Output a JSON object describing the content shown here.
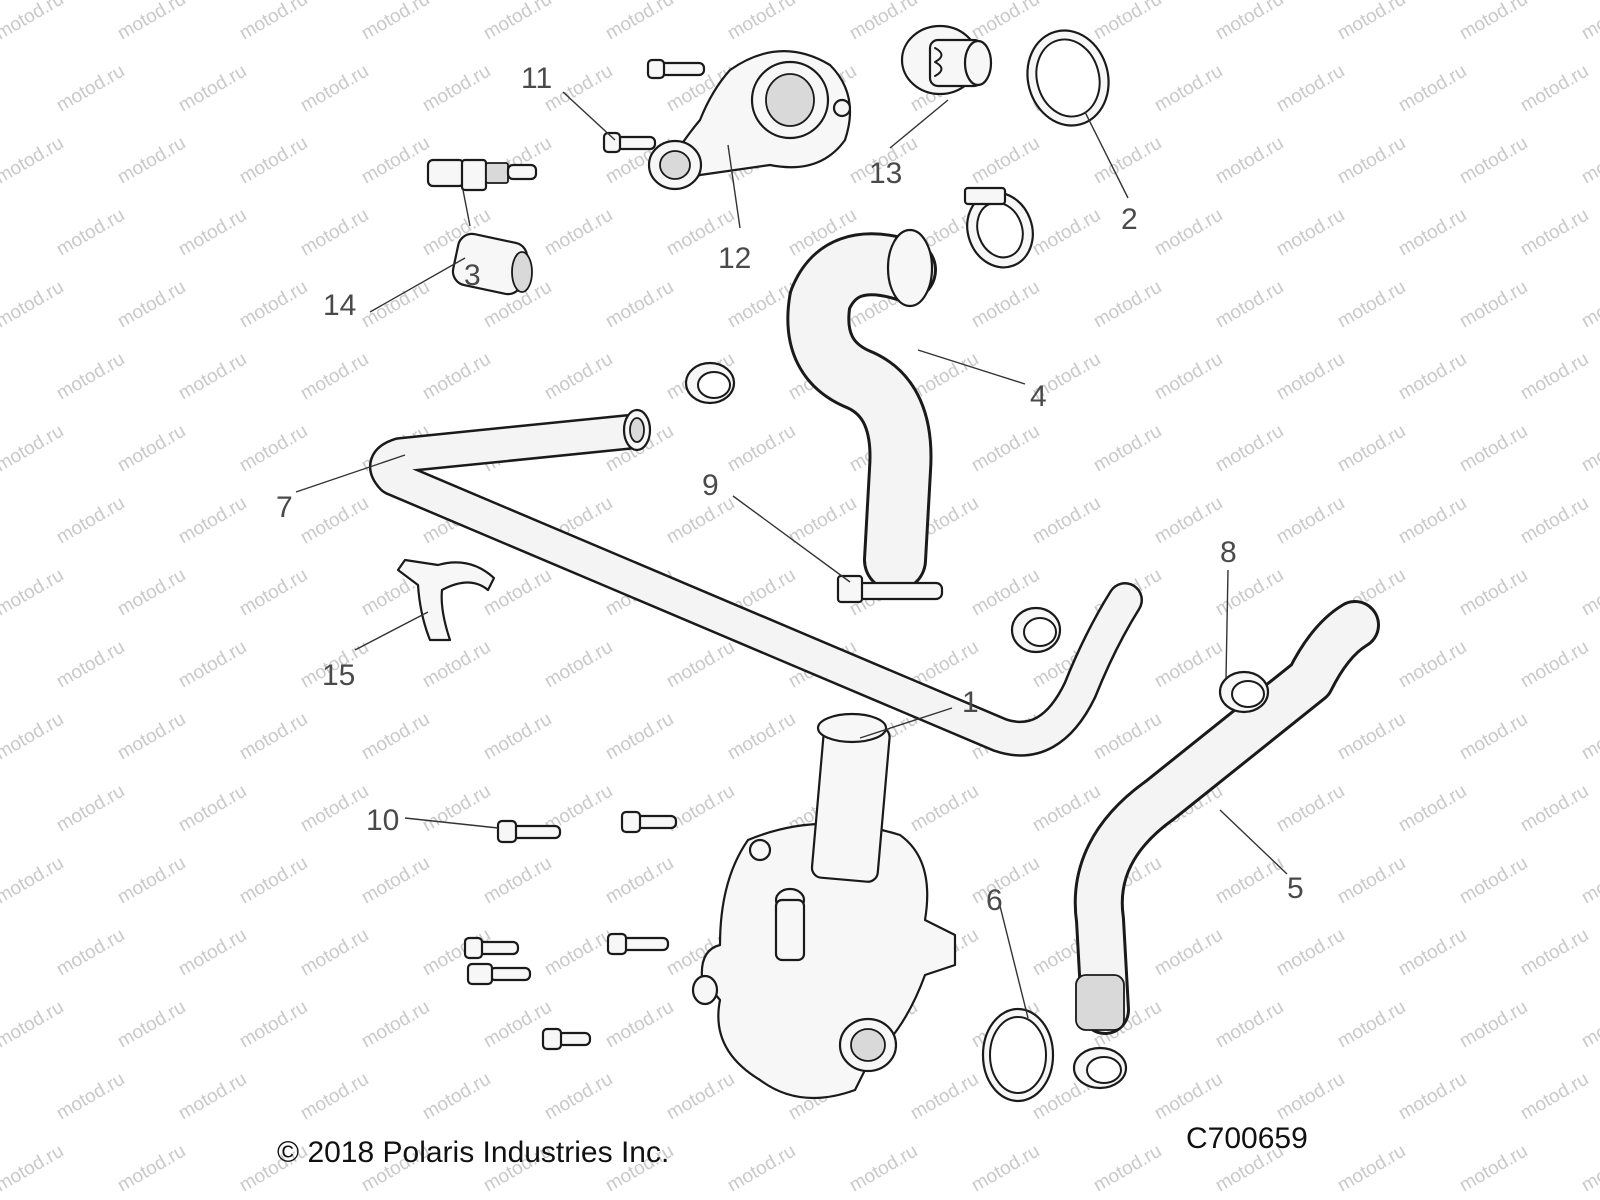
{
  "watermark": "motod.ru",
  "callouts": [
    "1",
    "2",
    "3",
    "4",
    "5",
    "6",
    "7",
    "8",
    "9",
    "10",
    "11",
    "12",
    "13",
    "14",
    "15"
  ],
  "footer": {
    "copyright": "© 2018 Polaris Industries Inc.",
    "drawing_code": "C700659"
  },
  "colors": {
    "line": "#1a1a1a",
    "part_fill": "#f7f7f7",
    "callout_text": "#4a4a4a",
    "watermark": "#c9c9c9"
  }
}
